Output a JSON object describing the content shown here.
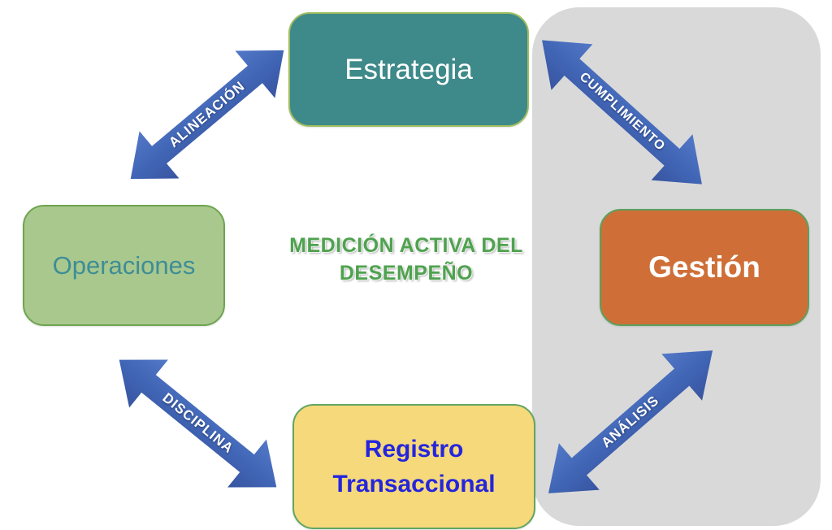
{
  "title": {
    "text": "MEDICIÓN ACTIVA DEL DESEMPEÑO",
    "color": "#4FA24F"
  },
  "nodes": [
    {
      "id": "estrategia",
      "label": "Estrategia",
      "fill": "#3E8989",
      "border": "#9FBE5E",
      "text_color": "#FFFFFF"
    },
    {
      "id": "operaciones",
      "label": "Operaciones",
      "fill": "#A9C88E",
      "border": "#6FA450",
      "text_color": "#3E8D96"
    },
    {
      "id": "gestion",
      "label": "Gestión",
      "fill": "#CF6F37",
      "border": "#5CA05C",
      "text_color": "#FFFFFF"
    },
    {
      "id": "registro",
      "label": "Registro Transaccional",
      "fill": "#F5D97A",
      "border": "#62A562",
      "text_color": "#2525DD"
    }
  ],
  "connectors": [
    {
      "id": "alineacion",
      "label": "ALINEACIÓN",
      "from": "Operaciones",
      "to": "Estrategia",
      "style": "double-arrow"
    },
    {
      "id": "cumplimiento",
      "label": "CUMPLIMIENTO",
      "from": "Estrategia",
      "to": "Gestión",
      "style": "double-arrow"
    },
    {
      "id": "disciplina",
      "label": "DISCIPLINA",
      "from": "Operaciones",
      "to": "Registro Transaccional",
      "style": "double-arrow"
    },
    {
      "id": "analisis",
      "label": "ANÁLISIS",
      "from": "Registro Transaccional",
      "to": "Gestión",
      "style": "double-arrow"
    }
  ],
  "colors": {
    "arrow_blue": "#3F62B0",
    "panel_gray": "#D9D9D9",
    "background": "#FFFFFF"
  }
}
